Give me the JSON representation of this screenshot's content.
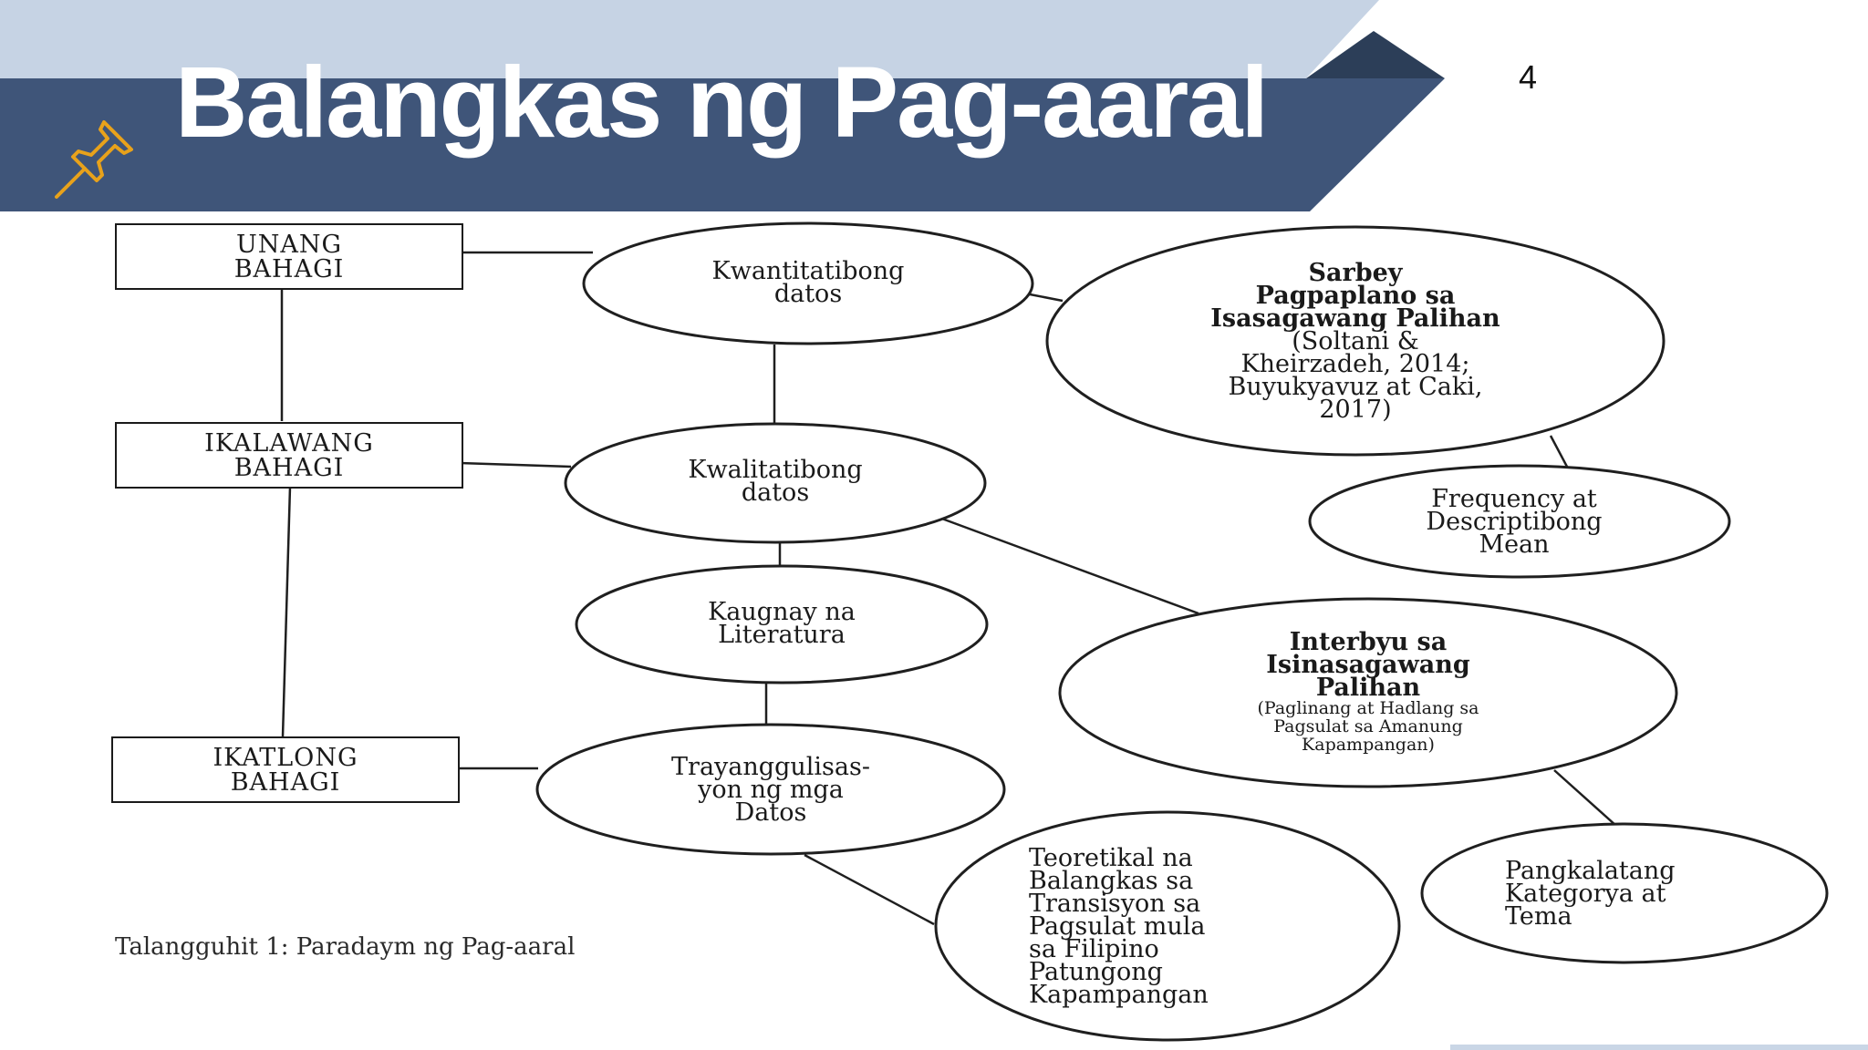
{
  "slide": {
    "title": "Balangkas ng Pag-aaral",
    "page_number": "4",
    "pin_icon": "pushpin-icon",
    "colors": {
      "banner": "#3f5579",
      "banner_top": "#c6d3e4",
      "banner_dark": "#2c3e58",
      "pin": "#e8a21b"
    }
  },
  "diagram": {
    "boxes": {
      "unang": [
        "UNANG",
        "BAHAGI"
      ],
      "ikalawang": [
        "IKALAWANG",
        "BAHAGI"
      ],
      "ikatlong": [
        "IKATLONG",
        "BAHAGI"
      ]
    },
    "nodes": {
      "kwantitatibo": [
        "Kwantitatibong",
        "datos"
      ],
      "kwalitatibo": [
        "Kwalitatibong",
        "datos"
      ],
      "kaugnay": [
        "Kaugnay na",
        "Literatura"
      ],
      "trayanggulisasyon": [
        "Trayanggulisas-",
        "yon ng mga",
        "Datos"
      ],
      "sarbey": {
        "bold_lines": [
          "Sarbey",
          "Pagpaplano sa",
          "Isasagawang Palihan"
        ],
        "lines": [
          "(Soltani &",
          "Kheirzadeh, 2014;",
          "Buyukyavuz at Caki,",
          "2017)"
        ]
      },
      "frequency": [
        "Frequency at",
        "Descriptibong",
        "Mean"
      ],
      "interbyu": {
        "bold_lines": [
          "Interbyu sa",
          "Isinasagawang",
          "Palihan"
        ],
        "small_lines": [
          "(Paglinang at Hadlang sa",
          "Pagsulat sa Amanung",
          "Kapampangan)"
        ]
      },
      "pangkalatang": [
        "Pangkalatang",
        "Kategorya at",
        "Tema"
      ],
      "teoretikal": [
        "Teoretikal na",
        "Balangkas sa",
        "Transisyon sa",
        "Pagsulat mula",
        "sa Filipino",
        "Patungong",
        "Kapampangan"
      ]
    },
    "caption": "Talangguhit 1: Paradaym ng Pag-aaral"
  }
}
